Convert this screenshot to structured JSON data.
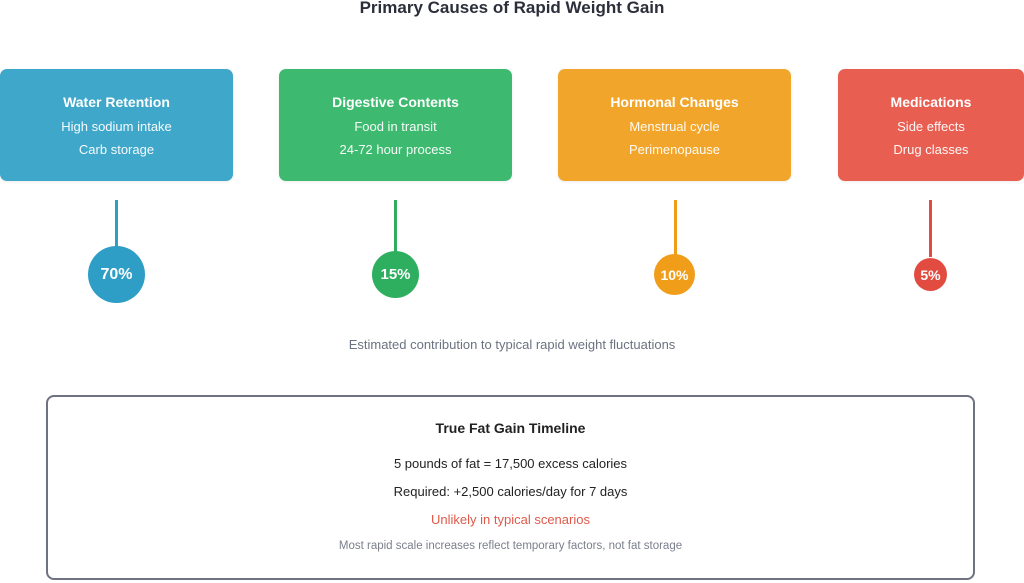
{
  "title": "Primary Causes of Rapid Weight Gain",
  "causes": [
    {
      "name": "Water Retention",
      "lines": [
        "High sodium intake",
        "Carb storage"
      ],
      "percent": "70%",
      "color": "#3fa7c9",
      "circle_color": "#2e9ec6"
    },
    {
      "name": "Digestive Contents",
      "lines": [
        "Food in transit",
        "24-72 hour process"
      ],
      "percent": "15%",
      "color": "#3dba6f",
      "circle_color": "#2daf5f"
    },
    {
      "name": "Hormonal Changes",
      "lines": [
        "Menstrual cycle",
        "Perimenopause"
      ],
      "percent": "10%",
      "color": "#f1a62b",
      "circle_color": "#f09d1a"
    },
    {
      "name": "Medications",
      "lines": [
        "Side effects",
        "Drug classes"
      ],
      "percent": "5%",
      "color": "#e85f52",
      "circle_color": "#e24c40"
    }
  ],
  "caption": "Estimated contribution to typical rapid weight fluctuations",
  "timeline": {
    "title": "True Fat Gain Timeline",
    "line1": "5 pounds of fat = 17,500 excess calories",
    "line2": "Required: +2,500 calories/day for 7 days",
    "warning": "Unlikely in typical scenarios",
    "note": "Most rapid scale increases reflect temporary factors, not fat storage"
  }
}
